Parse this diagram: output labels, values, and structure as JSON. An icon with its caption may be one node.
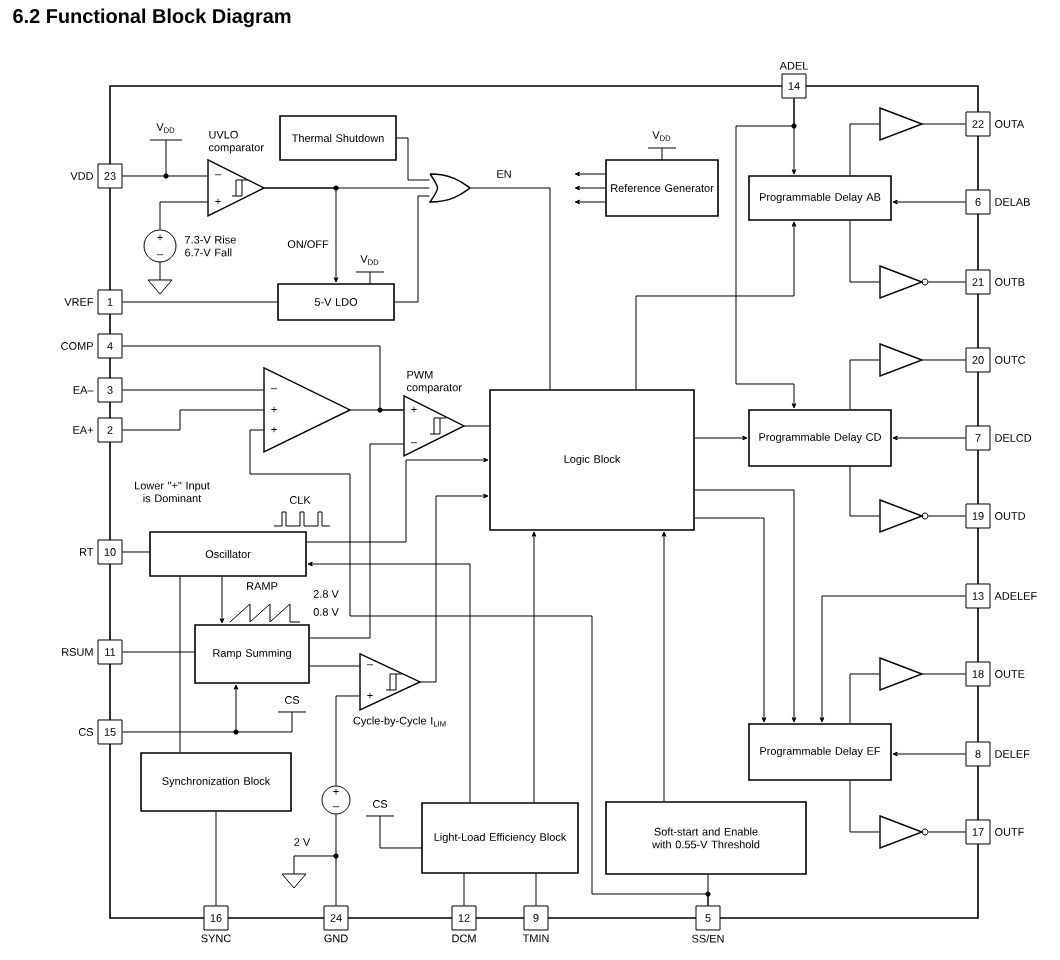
{
  "diagram": {
    "title": "6.2 Functional Block Diagram",
    "nodes": [
      {
        "text": [
          "23"
        ],
        "beside": [
          "VDD"
        ]
      },
      {
        "text": [
          "1"
        ],
        "beside": [
          "VREF"
        ]
      },
      {
        "text": [
          "4"
        ],
        "beside": [
          "COMP"
        ]
      },
      {
        "text": [
          "3"
        ],
        "beside": [
          "EA–"
        ]
      },
      {
        "text": [
          "2"
        ],
        "beside": [
          "EA+"
        ]
      },
      {
        "text": [
          "10"
        ],
        "beside": [
          "RT"
        ]
      },
      {
        "text": [
          "11"
        ],
        "beside": [
          "RSUM"
        ]
      },
      {
        "text": [
          "15"
        ],
        "beside": [
          "CS"
        ]
      },
      {
        "text": [
          "14"
        ],
        "beside": [
          "ADEL"
        ]
      },
      {
        "text": [
          "22"
        ],
        "beside": [
          "OUTA"
        ]
      },
      {
        "text": [
          "6"
        ],
        "beside": [
          "DELAB"
        ]
      },
      {
        "text": [
          "21"
        ],
        "beside": [
          "OUTB"
        ]
      },
      {
        "text": [
          "20"
        ],
        "beside": [
          "OUTC"
        ]
      },
      {
        "text": [
          "7"
        ],
        "beside": [
          "DELCD"
        ]
      },
      {
        "text": [
          "19"
        ],
        "beside": [
          "OUTD"
        ]
      },
      {
        "text": [
          "13"
        ],
        "beside": [
          "ADELEF"
        ]
      },
      {
        "text": [
          "18"
        ],
        "beside": [
          "OUTE"
        ]
      },
      {
        "text": [
          "8"
        ],
        "beside": [
          "DELEF"
        ]
      },
      {
        "text": [
          "17"
        ],
        "beside": [
          "OUTF"
        ]
      },
      {
        "text": [
          "16"
        ],
        "beside": [
          "SYNC"
        ]
      },
      {
        "text": [
          "24"
        ],
        "beside": [
          "GND"
        ]
      },
      {
        "text": [
          "12"
        ],
        "beside": [
          "DCM"
        ]
      },
      {
        "text": [
          "9"
        ],
        "beside": [
          "TMIN"
        ]
      },
      {
        "text": [
          "5"
        ],
        "beside": [
          "SS/EN"
        ]
      },
      {
        "text": [],
        "shape": "triangle",
        "beside": [
          "UVLO comparator"
        ]
      },
      {
        "text": [
          "Thermal Shutdown"
        ]
      },
      {
        "text": [],
        "shape": "circle",
        "beside": [
          "7.3-V Rise 6.7-V Fall"
        ]
      },
      {
        "text": [],
        "shape": "gate"
      },
      {
        "text": [
          "5-V LDO"
        ]
      },
      {
        "text": [
          "Reference Generator"
        ]
      },
      {
        "text": [
          "Programmable Delay AB"
        ]
      },
      {
        "text": [],
        "shape": "triangle"
      },
      {
        "text": [],
        "shape": "triangle",
        "beside": [
          "PWM comparator"
        ]
      },
      {
        "text": [
          "Logic Block"
        ]
      },
      {
        "text": [
          "Programmable Delay CD"
        ]
      },
      {
        "text": [
          "Oscillator"
        ]
      },
      {
        "text": [
          "Ramp Summing"
        ]
      },
      {
        "text": [],
        "shape": "triangle",
        "beside": [
          "Cycle-by-Cycle I$_{LIM}$"
        ]
      },
      {
        "text": [
          "Synchronization Block"
        ]
      },
      {
        "text": [],
        "shape": "circle"
      },
      {
        "text": [
          "Light-Load Efficiency Block"
        ]
      },
      {
        "text": [
          "Soft-start and Enable with 0.55-V Threshold"
        ]
      },
      {
        "text": [
          "Programmable Delay EF"
        ]
      },
      {
        "text": [],
        "shape": "triangle"
      },
      {
        "text": [],
        "shape": "triangle"
      },
      {
        "text": [],
        "shape": "triangle"
      },
      {
        "text": [],
        "shape": "triangle"
      },
      {
        "text": [],
        "shape": "triangle"
      },
      {
        "text": [],
        "shape": "triangle"
      }
    ],
    "edges": [
      {
        "from": 0,
        "to": 24,
        "arrow": "none"
      },
      {
        "from": 26,
        "to": 24,
        "arrow": "none"
      },
      {
        "from": 24,
        "to": 27,
        "arrow": "none"
      },
      {
        "from": 24,
        "to": 28,
        "arrow": "to",
        "label": "ON/OFF"
      },
      {
        "from": 25,
        "to": 27,
        "arrow": "none"
      },
      {
        "from": 28,
        "to": 27,
        "arrow": "none"
      },
      {
        "from": 1,
        "to": 28,
        "arrow": "none"
      },
      {
        "from": 27,
        "to": 33,
        "arrow": "none",
        "label": "EN"
      },
      {
        "from": 29,
        "to": null,
        "arrow": "to"
      },
      {
        "from": 29,
        "to": null,
        "arrow": "to"
      },
      {
        "from": 29,
        "to": null,
        "arrow": "to"
      },
      {
        "from": 8,
        "to": 30,
        "arrow": "to"
      },
      {
        "from": 8,
        "to": 34,
        "arrow": "to"
      },
      {
        "from": 33,
        "to": 30,
        "arrow": "to"
      },
      {
        "from": 10,
        "to": 30,
        "arrow": "to"
      },
      {
        "from": 33,
        "to": 34,
        "arrow": "to"
      },
      {
        "from": 13,
        "to": 34,
        "arrow": "to"
      },
      {
        "from": 33,
        "to": 42,
        "arrow": "to"
      },
      {
        "from": 33,
        "to": 42,
        "arrow": "to"
      },
      {
        "from": 15,
        "to": 42,
        "arrow": "to"
      },
      {
        "from": 17,
        "to": 42,
        "arrow": "to"
      },
      {
        "from": 30,
        "to": 43,
        "arrow": "none"
      },
      {
        "from": 30,
        "to": 44,
        "arrow": "none"
      },
      {
        "from": 34,
        "to": 45,
        "arrow": "none"
      },
      {
        "from": 34,
        "to": 46,
        "arrow": "none"
      },
      {
        "from": 42,
        "to": 47,
        "arrow": "none"
      },
      {
        "from": 42,
        "to": 48,
        "arrow": "none"
      },
      {
        "from": 43,
        "to": 9,
        "arrow": "none"
      },
      {
        "from": 44,
        "to": 11,
        "arrow": "none"
      },
      {
        "from": 45,
        "to": 12,
        "arrow": "none"
      },
      {
        "from": 46,
        "to": 14,
        "arrow": "none"
      },
      {
        "from": 47,
        "to": 16,
        "arrow": "none"
      },
      {
        "from": 48,
        "to": 18,
        "arrow": "none"
      },
      {
        "from": 2,
        "to": 32,
        "arrow": "none"
      },
      {
        "from": 31,
        "to": 32,
        "arrow": "none"
      },
      {
        "from": 3,
        "to": 31,
        "arrow": "none"
      },
      {
        "from": 4,
        "to": 31,
        "arrow": "none"
      },
      {
        "from": 23,
        "to": 31,
        "arrow": "none"
      },
      {
        "from": 41,
        "to": 33,
        "arrow": "to"
      },
      {
        "from": 40,
        "to": 33,
        "arrow": "to"
      },
      {
        "from": 32,
        "to": 33,
        "arrow": "none"
      },
      {
        "from": 35,
        "to": 33,
        "arrow": "to"
      },
      {
        "from": 37,
        "to": 33,
        "arrow": "to"
      },
      {
        "from": 40,
        "to": 35,
        "arrow": "to"
      },
      {
        "from": 35,
        "to": 36,
        "arrow": "to"
      },
      {
        "from": 35,
        "to": 38,
        "arrow": "none"
      },
      {
        "from": 5,
        "to": 35,
        "arrow": "none"
      },
      {
        "from": 6,
        "to": 36,
        "arrow": "none"
      },
      {
        "from": 7,
        "to": 36,
        "arrow": "to"
      },
      {
        "from": 36,
        "to": 37,
        "arrow": "none"
      },
      {
        "from": 36,
        "to": 32,
        "arrow": "none"
      },
      {
        "from": 39,
        "to": 37,
        "arrow": "none"
      },
      {
        "from": 20,
        "to": 39,
        "arrow": "none"
      },
      {
        "from": 19,
        "to": 38,
        "arrow": "none"
      },
      {
        "from": 21,
        "to": 40,
        "arrow": "none"
      },
      {
        "from": 22,
        "to": 40,
        "arrow": "none"
      },
      {
        "from": 23,
        "to": 41,
        "arrow": "none"
      }
    ],
    "labels": [
      "V$_{DD}$",
      "V$_{DD}$",
      "V$_{DD}$",
      "–",
      "+",
      "+",
      "–",
      "–",
      "+",
      "+",
      "Lower \"+\" Input is Dominant",
      "+",
      "–",
      "CLK",
      "RAMP",
      "2.8 V",
      "0.8 V",
      "CS",
      "–",
      "+",
      "+",
      "–",
      "CS",
      "2 V"
    ]
  }
}
